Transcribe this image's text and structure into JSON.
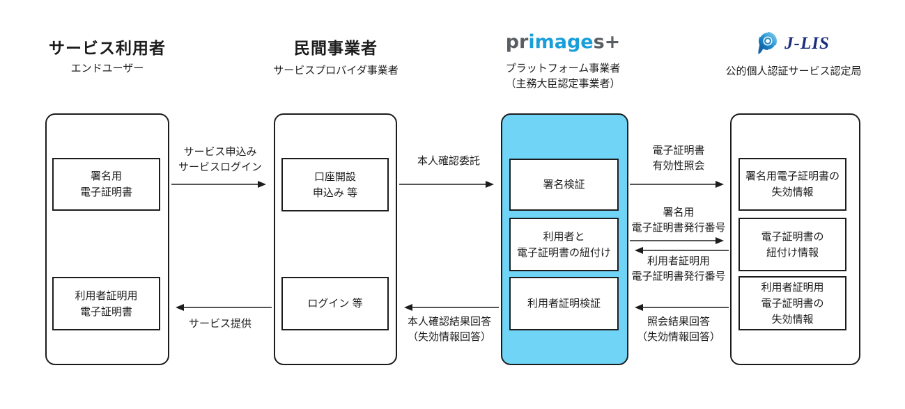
{
  "colors": {
    "platform_fill": "#70D4F7",
    "primagest_gray": "#595E63",
    "primagest_blue": "#189ED9",
    "jlis_navy": "#1C2E7B",
    "line": "#1c1c1c"
  },
  "headers": {
    "service_user": {
      "title": "サービス利用者",
      "subtitle": "エンドユーザー"
    },
    "private_business": {
      "title": "民間事業者",
      "subtitle": "サービスプロバイダ事業者"
    },
    "platform": {
      "logo_pr": "pr",
      "logo_image": "image",
      "logo_s": "s+",
      "subtitle": "プラットフォーム事業者\n（主務大臣認定事業者）"
    },
    "jlis": {
      "logo_text": "J-LIS",
      "subtitle": "公的個人認証サービス認定局"
    }
  },
  "boxes": {
    "service_user": [
      "署名用\n電子証明書",
      "利用者証明用\n電子証明書"
    ],
    "private_business": [
      "口座開設\n申込み 等",
      "ログイン 等"
    ],
    "platform": [
      "署名検証",
      "利用者と\n電子証明書の紐付け",
      "利用者証明検証"
    ],
    "jlis": [
      "署名用電子証明書の\n失効情報",
      "電子証明書の\n紐付け情報",
      "利用者証明用\n電子証明書の\n失効情報"
    ]
  },
  "arrow_labels": {
    "service_application": "サービス申込み\nサービスログイン",
    "service_provision": "サービス提供",
    "identity_verification_request": "本人確認委託",
    "identity_verification_result": "本人確認結果回答\n（失効情報回答）",
    "cert_validity_inquiry": "電子証明書\n有効性照会",
    "signature_cert_number": "署名用\n電子証明書発行番号",
    "user_cert_number": "利用者証明用\n電子証明書発行番号",
    "inquiry_result": "照会結果回答\n（失効情報回答）"
  }
}
